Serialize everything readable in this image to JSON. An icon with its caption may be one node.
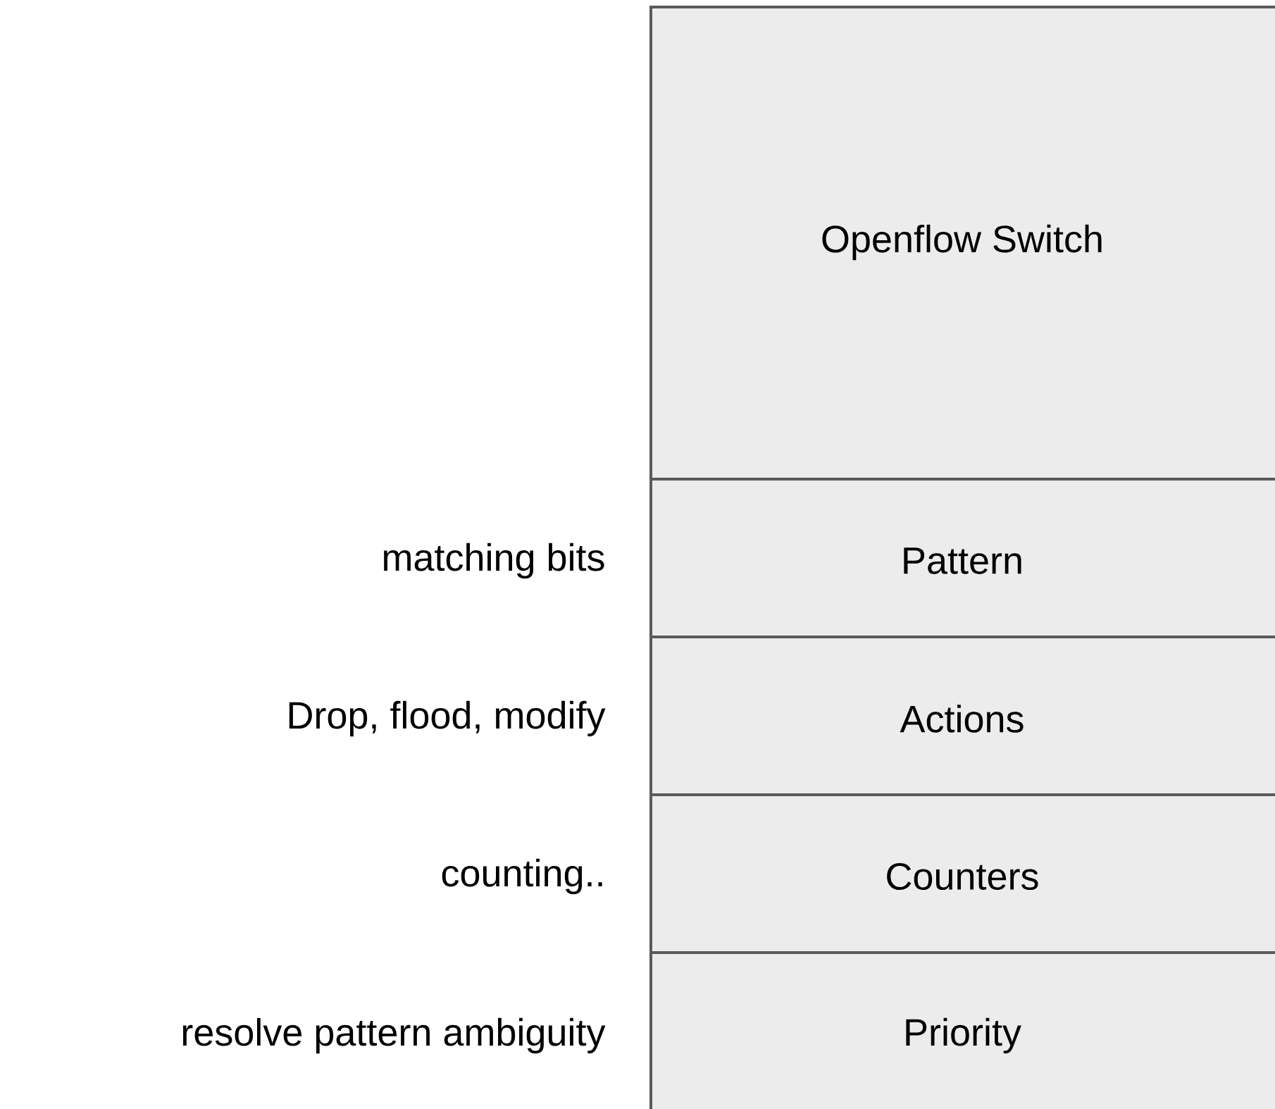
{
  "diagram": {
    "nodes": [
      {
        "text": [
          "Openflow Switch"
        ]
      },
      {
        "text": [
          "Pattern"
        ],
        "beside": [
          "matching bits"
        ]
      },
      {
        "text": [
          "Actions"
        ],
        "beside": [
          "Drop, flood, modify"
        ]
      },
      {
        "text": [
          "Counters"
        ],
        "beside": [
          "counting.."
        ]
      },
      {
        "text": [
          "Priority"
        ],
        "beside": [
          "resolve pattern ambiguity"
        ]
      }
    ]
  }
}
